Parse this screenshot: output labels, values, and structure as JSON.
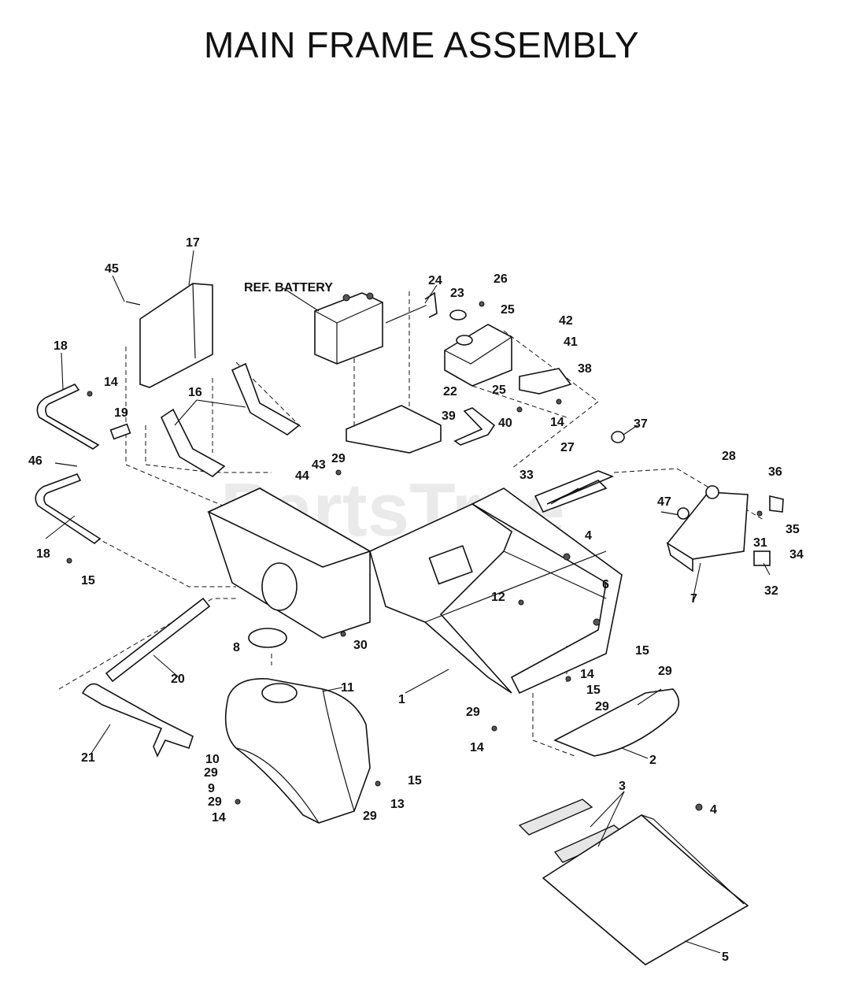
{
  "title": "MAIN FRAME ASSEMBLY",
  "watermark": "PartsTree",
  "reference_label": "REF. BATTERY",
  "callouts": {
    "c1": "1",
    "c2": "2",
    "c3": "3",
    "c4a": "4",
    "c4b": "4",
    "c5": "5",
    "c6": "6",
    "c7": "7",
    "c8": "8",
    "c9": "9",
    "c10": "10",
    "c11": "11",
    "c12": "12",
    "c13": "13",
    "c14a": "14",
    "c14b": "14",
    "c14c": "14",
    "c14d": "14",
    "c14e": "14",
    "c15a": "15",
    "c15b": "15",
    "c15c": "15",
    "c15d": "15",
    "c16": "16",
    "c17": "17",
    "c18a": "18",
    "c18b": "18",
    "c19": "19",
    "c20": "20",
    "c21": "21",
    "c22": "22",
    "c23": "23",
    "c24": "24",
    "c25a": "25",
    "c25b": "25",
    "c26": "26",
    "c27": "27",
    "c28": "28",
    "c29a": "29",
    "c29b": "29",
    "c29c": "29",
    "c29d": "29",
    "c29e": "29",
    "c29f": "29",
    "c29g": "29",
    "c30": "30",
    "c31": "31",
    "c32": "32",
    "c33": "33",
    "c34": "34",
    "c35": "35",
    "c36": "36",
    "c37": "37",
    "c38": "38",
    "c39": "39",
    "c40": "40",
    "c41": "41",
    "c42": "42",
    "c43": "43",
    "c44": "44",
    "c45": "45",
    "c46": "46",
    "c47": "47"
  }
}
